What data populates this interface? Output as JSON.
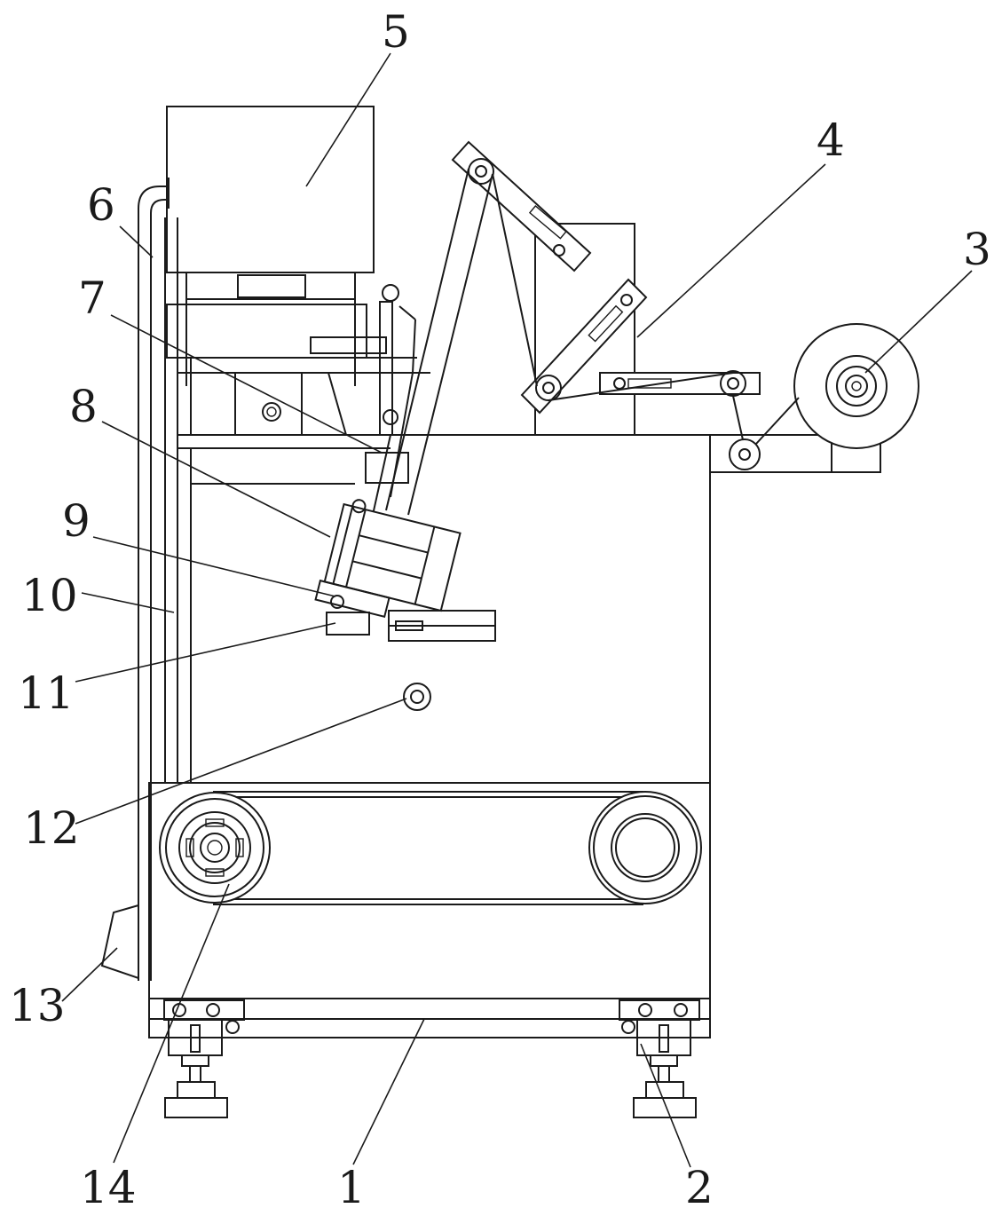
{
  "labels": {
    "n1": "1",
    "n2": "2",
    "n3": "3",
    "n4": "4",
    "n5": "5",
    "n6": "6",
    "n7": "7",
    "n8": "8",
    "n9": "9",
    "n10": "10",
    "n11": "11",
    "n12": "12",
    "n13": "13",
    "n14": "14"
  },
  "colors": {
    "line": "#1a1a1a",
    "background": "#ffffff"
  }
}
